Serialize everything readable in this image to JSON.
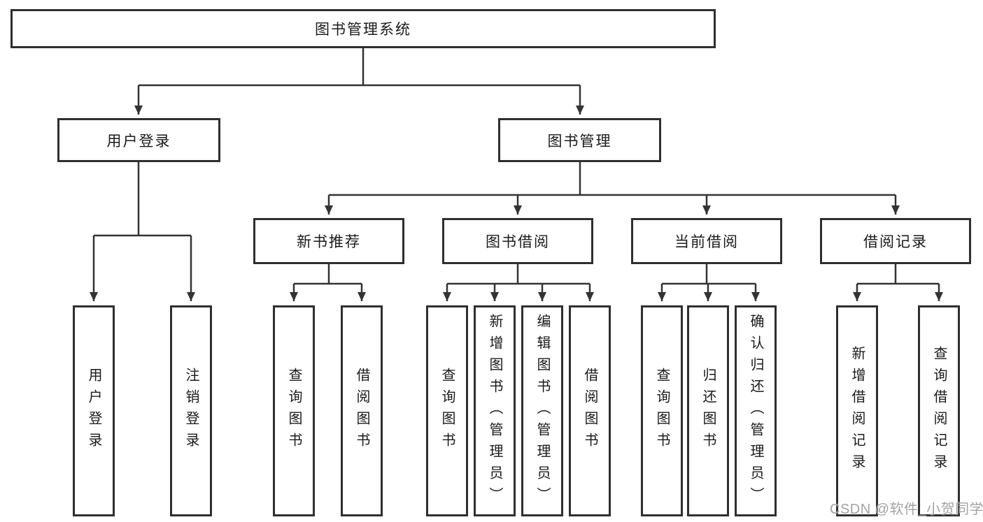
{
  "tree": {
    "root": "图书管理系统",
    "branches": [
      {
        "label": "用户登录",
        "items": [
          "用户登录",
          "注销登录"
        ]
      },
      {
        "label": "图书管理",
        "sections": [
          {
            "label": "新书推荐",
            "items": [
              "查询图书",
              "借阅图书"
            ]
          },
          {
            "label": "图书借阅",
            "items": [
              "查询图书",
              "新增图书（管理员）",
              "编辑图书（管理员）",
              "借阅图书"
            ]
          },
          {
            "label": "当前借阅",
            "items": [
              "查询图书",
              "归还图书",
              "确认归还（管理员）"
            ]
          },
          {
            "label": "借阅记录",
            "items": [
              "新增借阅记录",
              "查询借阅记录"
            ]
          }
        ]
      }
    ]
  },
  "watermark": "CSDN @软件_小贺同学",
  "colors": {
    "line": "#333333",
    "box_border": "#2f2f2f",
    "box_fill": "#ffffff",
    "text": "#1a1a1a",
    "watermark_text": "#a3a3a3"
  }
}
